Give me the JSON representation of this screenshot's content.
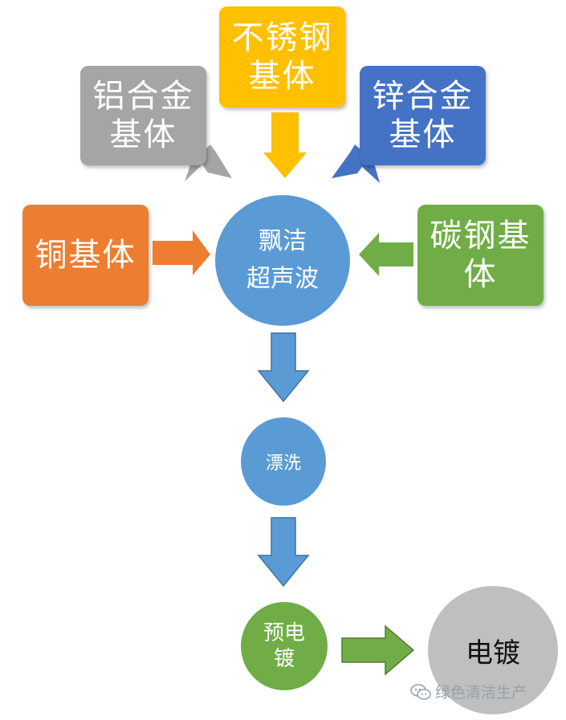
{
  "substrates": {
    "stainless": {
      "line1": "不锈钢",
      "line2": "基体",
      "color": "#FFC000"
    },
    "aluminum": {
      "line1": "铝合金",
      "line2": "基体",
      "color": "#A5A5A5"
    },
    "zinc": {
      "line1": "锌合金",
      "line2": "基体",
      "color": "#4472C4"
    },
    "copper": {
      "line1": "铜基体",
      "color": "#ED7D31"
    },
    "carbon_steel": {
      "line1": "碳钢基",
      "line2": "体",
      "color": "#70AD47"
    }
  },
  "process": {
    "ultrasonic": {
      "line1": "飘洁",
      "line2": "超声波",
      "color": "#5B9BD5"
    },
    "rinse": {
      "label": "漂洗",
      "color": "#5B9BD5"
    },
    "pre_plating": {
      "line1": "预电",
      "line2": "镀",
      "color": "#70AD47"
    },
    "plating": {
      "label": "电镀",
      "color": "#BFBFBF"
    }
  },
  "watermark": {
    "text": "绿色清洁生产"
  }
}
